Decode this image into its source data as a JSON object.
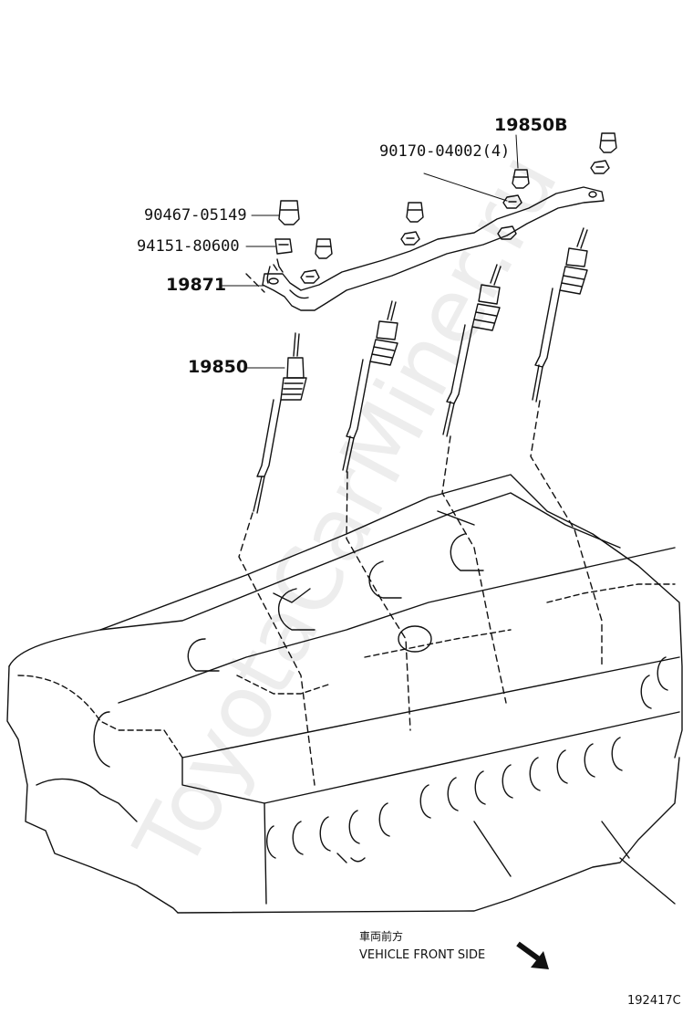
{
  "labels": {
    "glow_plug_b": "19850B",
    "nut": "90170-04002(4)",
    "insulator": "90467-05149",
    "washer": "94151-80600",
    "connector": "19871",
    "glow_plug": "19850"
  },
  "direction": {
    "japanese": "車両前方",
    "english": "VEHICLE FRONT SIDE"
  },
  "illustration_code": "192417C",
  "watermark": "ToyotaCarMiner.ru"
}
